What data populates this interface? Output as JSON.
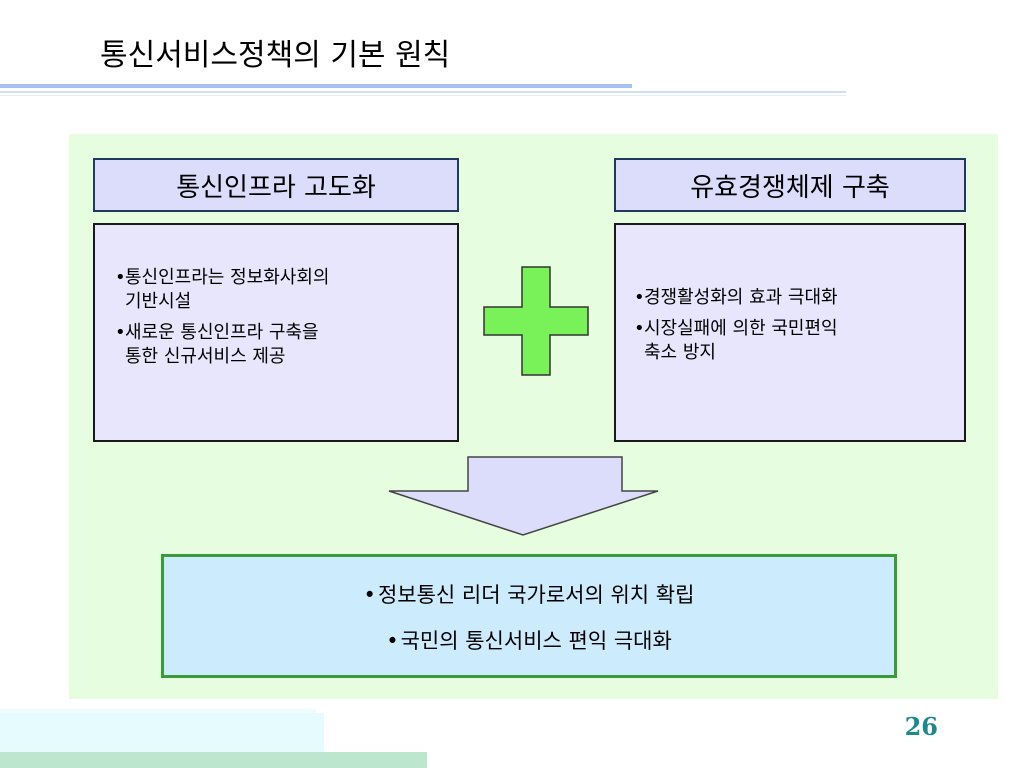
{
  "slide": {
    "title": "통신서비스정책의 기본 원칙",
    "page_number": "26"
  },
  "left": {
    "heading": "통신인프라 고도화",
    "bullets": [
      {
        "line1": "통신인프라는 정보화사회의",
        "line2": "기반시설"
      },
      {
        "line1": "새로운 통신인프라 구축을",
        "line2": "통한 신규서비스 제공"
      }
    ]
  },
  "right": {
    "heading": "유효경쟁체제 구축",
    "bullets": [
      {
        "line1": "경쟁활성화의 효과 극대화",
        "line2": ""
      },
      {
        "line1": "시장실패에 의한 국민편익",
        "line2": "축소 방지"
      }
    ]
  },
  "result": {
    "bullets": [
      "정보통신 리더 국가로서의 위치 확립",
      "국민의 통신서비스 편익 극대화"
    ]
  },
  "colors": {
    "panel_bg": "#e6fde0",
    "heading_box_bg": "#dcdcfb",
    "plus_fill": "#79f25a",
    "arrow_fill": "#dcdcfb",
    "result_bg": "#ccebfd",
    "result_border": "#3a9b3a",
    "page_number": "#1a8a8a"
  },
  "icons": {
    "plus": "plus-icon",
    "arrow": "arrow-down-icon"
  }
}
